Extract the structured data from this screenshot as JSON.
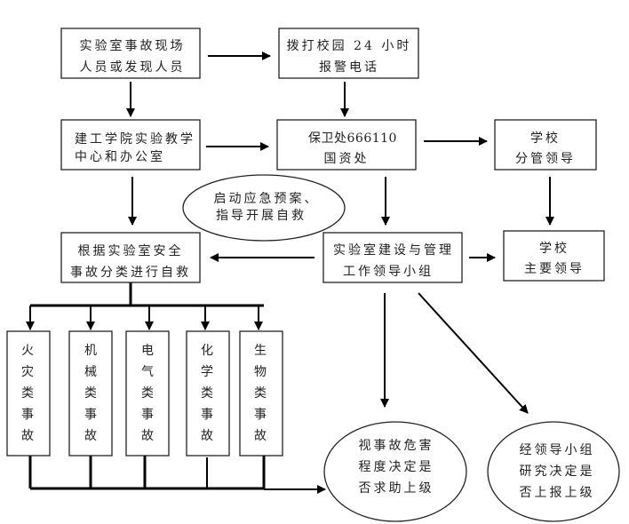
{
  "diagram": {
    "nodes": {
      "scene_personnel": {
        "lines": [
          "实验室事故现场",
          "人员或发现人员"
        ]
      },
      "campus_hotline": {
        "lines": [
          "拨打校园 24 小时",
          "报警电话"
        ]
      },
      "college_center": {
        "lines": [
          "建工学院实验教学",
          "中心和办公室"
        ]
      },
      "security_office": {
        "lines": [
          "保卫处666110",
          "国资处"
        ]
      },
      "school_deputy_leader": {
        "lines": [
          "学校",
          "分管领导"
        ]
      },
      "start_emergency_plan": {
        "lines": [
          "启动应急预案、",
          "指导开展自救"
        ]
      },
      "self_rescue_by_category": {
        "lines": [
          "根据实验室安全",
          "事故分类进行自救"
        ]
      },
      "lab_leading_group": {
        "lines": [
          "实验室建设与管理",
          "工作领导小组"
        ]
      },
      "school_main_leader": {
        "lines": [
          "学校",
          "主要领导"
        ]
      },
      "seek_help_decision": {
        "lines": [
          "视事故危害",
          "程度决定是",
          "否求助上级"
        ]
      },
      "report_decision": {
        "lines": [
          "经领导小组",
          "研究决定是",
          "否上报上级"
        ]
      }
    },
    "categories": [
      {
        "chars": [
          "火",
          "灾",
          "类",
          "事",
          "故"
        ]
      },
      {
        "chars": [
          "机",
          "械",
          "类",
          "事",
          "故"
        ]
      },
      {
        "chars": [
          "电",
          "气",
          "类",
          "事",
          "故"
        ]
      },
      {
        "chars": [
          "化",
          "学",
          "类",
          "事",
          "故"
        ]
      },
      {
        "chars": [
          "生",
          "物",
          "类",
          "事",
          "故"
        ]
      }
    ],
    "edges": [
      {
        "from": "scene_personnel",
        "to": "campus_hotline"
      },
      {
        "from": "scene_personnel",
        "to": "college_center"
      },
      {
        "from": "campus_hotline",
        "to": "security_office"
      },
      {
        "from": "college_center",
        "to": "security_office"
      },
      {
        "from": "security_office",
        "to": "school_deputy_leader"
      },
      {
        "from": "college_center",
        "to": "self_rescue_by_category"
      },
      {
        "from": "security_office",
        "to": "lab_leading_group"
      },
      {
        "from": "school_deputy_leader",
        "to": "school_main_leader"
      },
      {
        "from": "lab_leading_group",
        "to": "self_rescue_by_category"
      },
      {
        "from": "lab_leading_group",
        "to": "school_main_leader"
      },
      {
        "from": "lab_leading_group",
        "to": "seek_help_decision"
      },
      {
        "from": "lab_leading_group",
        "to": "report_decision"
      },
      {
        "from": "self_rescue_by_category",
        "to": "categories"
      },
      {
        "from": "categories",
        "to": "seek_help_decision"
      }
    ]
  }
}
